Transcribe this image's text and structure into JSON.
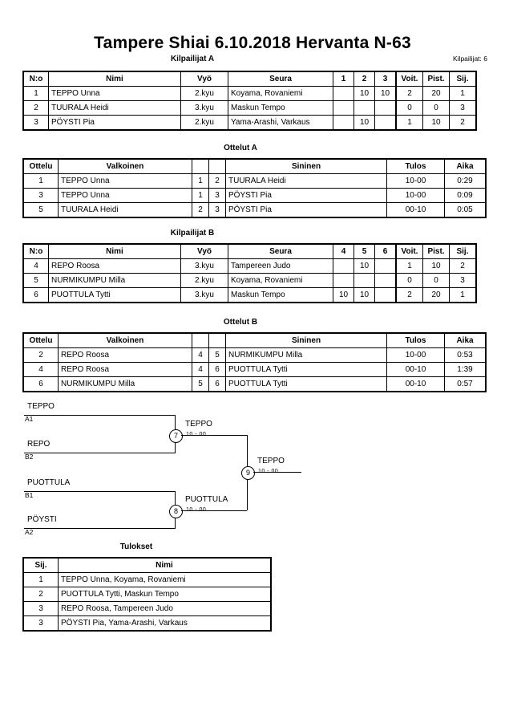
{
  "document": {
    "title": "Tampere Shiai  6.10.2018  Hervanta   N-63",
    "entrants_label": "Kilpailijat: 6"
  },
  "pool_a": {
    "caption": "Kilpailijat A",
    "headers": [
      "N:o",
      "Nimi",
      "Vyö",
      "Seura",
      "1",
      "2",
      "3",
      "Voit.",
      "Pist.",
      "Sij."
    ],
    "rows": [
      {
        "no": "1",
        "name": "TEPPO Unna",
        "belt": "2.kyu",
        "club": "Koyama, Rovaniemi",
        "s1": "",
        "s2": "10",
        "s3": "10",
        "wins": "2",
        "points": "20",
        "rank": "1"
      },
      {
        "no": "2",
        "name": "TUURALA Heidi",
        "belt": "3.kyu",
        "club": "Maskun Tempo",
        "s1": "",
        "s2": "",
        "s3": "",
        "wins": "0",
        "points": "0",
        "rank": "3"
      },
      {
        "no": "3",
        "name": "PÖYSTI Pia",
        "belt": "2.kyu",
        "club": "Yama-Arashi, Varkaus",
        "s1": "",
        "s2": "10",
        "s3": "",
        "wins": "1",
        "points": "10",
        "rank": "2"
      }
    ]
  },
  "matches_a": {
    "caption": "Ottelut A",
    "headers": [
      "Ottelu",
      "Valkoinen",
      "",
      "",
      "Sininen",
      "Tulos",
      "Aika"
    ],
    "rows": [
      {
        "no": "1",
        "white": "TEPPO Unna",
        "wn": "1",
        "bn": "2",
        "blue": "TUURALA Heidi",
        "result": "10-00",
        "time": "0:29"
      },
      {
        "no": "3",
        "white": "TEPPO Unna",
        "wn": "1",
        "bn": "3",
        "blue": "PÖYSTI Pia",
        "result": "10-00",
        "time": "0:09"
      },
      {
        "no": "5",
        "white": "TUURALA Heidi",
        "wn": "2",
        "bn": "3",
        "blue": "PÖYSTI Pia",
        "result": "00-10",
        "time": "0:05"
      }
    ]
  },
  "pool_b": {
    "caption": "Kilpailijat B",
    "headers": [
      "N:o",
      "Nimi",
      "Vyö",
      "Seura",
      "4",
      "5",
      "6",
      "Voit.",
      "Pist.",
      "Sij."
    ],
    "rows": [
      {
        "no": "4",
        "name": "REPO Roosa",
        "belt": "3.kyu",
        "club": "Tampereen Judo",
        "s1": "",
        "s2": "10",
        "s3": "",
        "wins": "1",
        "points": "10",
        "rank": "2"
      },
      {
        "no": "5",
        "name": "NURMIKUMPU Milla",
        "belt": "2.kyu",
        "club": "Koyama, Rovaniemi",
        "s1": "",
        "s2": "",
        "s3": "",
        "wins": "0",
        "points": "0",
        "rank": "3"
      },
      {
        "no": "6",
        "name": "PUOTTULA Tytti",
        "belt": "3.kyu",
        "club": "Maskun Tempo",
        "s1": "10",
        "s2": "10",
        "s3": "",
        "wins": "2",
        "points": "20",
        "rank": "1"
      }
    ]
  },
  "matches_b": {
    "caption": "Ottelut B",
    "headers": [
      "Ottelu",
      "Valkoinen",
      "",
      "",
      "Sininen",
      "Tulos",
      "Aika"
    ],
    "rows": [
      {
        "no": "2",
        "white": "REPO Roosa",
        "wn": "4",
        "bn": "5",
        "blue": "NURMIKUMPU Milla",
        "result": "10-00",
        "time": "0:53"
      },
      {
        "no": "4",
        "white": "REPO Roosa",
        "wn": "4",
        "bn": "6",
        "blue": "PUOTTULA Tytti",
        "result": "00-10",
        "time": "1:39"
      },
      {
        "no": "6",
        "white": "NURMIKUMPU Milla",
        "wn": "5",
        "bn": "6",
        "blue": "PUOTTULA Tytti",
        "result": "00-10",
        "time": "0:57"
      }
    ]
  },
  "bracket": {
    "seeds": [
      {
        "name": "TEPPO",
        "code": "A1"
      },
      {
        "name": "REPO",
        "code": "B2"
      },
      {
        "name": "PUOTTULA",
        "code": "B1"
      },
      {
        "name": "PÖYSTI",
        "code": "A2"
      }
    ],
    "matches": [
      {
        "number": "7",
        "winner": "TEPPO",
        "score": "10 - 00"
      },
      {
        "number": "8",
        "winner": "PUOTTULA",
        "score": "10 - 00"
      },
      {
        "number": "9",
        "winner": "TEPPO",
        "score": "10 - 00"
      }
    ]
  },
  "results": {
    "caption": "Tulokset",
    "headers": [
      "Sij.",
      "Nimi"
    ],
    "rows": [
      {
        "rank": "1",
        "name": "TEPPO Unna, Koyama, Rovaniemi"
      },
      {
        "rank": "2",
        "name": "PUOTTULA Tytti, Maskun Tempo"
      },
      {
        "rank": "3",
        "name": "REPO Roosa, Tampereen Judo"
      },
      {
        "rank": "3",
        "name": "PÖYSTI Pia, Yama-Arashi, Varkaus"
      }
    ]
  }
}
